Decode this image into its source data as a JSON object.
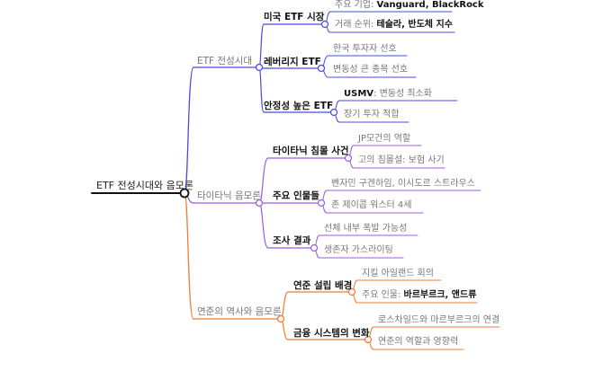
{
  "root": "ETF 전성시대와 음모론",
  "branches": {
    "etf": {
      "label": "ETF 전성시대",
      "color": "#4a4ae0",
      "subs": [
        {
          "label": "미국 ETF 시장",
          "leaves": [
            {
              "prefix": "주요 기업: ",
              "bold": "Vanguard, BlackRock",
              "suffix": ""
            },
            {
              "prefix": "거래 순위: ",
              "bold": "테슬라, 반도체 지수",
              "suffix": ""
            }
          ]
        },
        {
          "label": "레버리지 ETF",
          "leaves": [
            {
              "prefix": "한국 투자자 선호",
              "bold": "",
              "suffix": ""
            },
            {
              "prefix": "변동성 큰 종목 선호",
              "bold": "",
              "suffix": ""
            }
          ]
        },
        {
          "label": "안정성 높은 ETF",
          "leaves": [
            {
              "prefix": "",
              "bold": "USMV",
              "suffix": ": 변동성 최소화"
            },
            {
              "prefix": "장기 투자 적합",
              "bold": "",
              "suffix": ""
            }
          ]
        }
      ]
    },
    "titanic": {
      "label": "타이타닉 음모론",
      "color": "#9a5ee0",
      "subs": [
        {
          "label": "타이타닉 침몰 사건",
          "leaves": [
            {
              "prefix": "JP모건의 역할",
              "bold": "",
              "suffix": ""
            },
            {
              "prefix": "고의 침몰설: 보험 사기",
              "bold": "",
              "suffix": ""
            }
          ]
        },
        {
          "label": "주요 인물들",
          "leaves": [
            {
              "prefix": "벤자민 구겐하임, 이시도르 스트라우스",
              "bold": "",
              "suffix": ""
            },
            {
              "prefix": "존 제이콥 워스터 4세",
              "bold": "",
              "suffix": ""
            }
          ]
        },
        {
          "label": "조사 결과",
          "leaves": [
            {
              "prefix": "선체 내부 폭발 가능성",
              "bold": "",
              "suffix": ""
            },
            {
              "prefix": "생존자 가스라이팅",
              "bold": "",
              "suffix": ""
            }
          ]
        }
      ]
    },
    "fed": {
      "label": "연준의 역사와 음모론",
      "color": "#f07a36",
      "subs": [
        {
          "label": "연준 설립 배경",
          "leaves": [
            {
              "prefix": "지킬 아일랜드 회의",
              "bold": "",
              "suffix": ""
            },
            {
              "prefix": "주요 인물: ",
              "bold": "바르부르크, 앤드류",
              "suffix": ""
            }
          ]
        },
        {
          "label": "금융 시스템의 변화",
          "leaves": [
            {
              "prefix": "로스차일드와 마르부르크의 연결",
              "bold": "",
              "suffix": ""
            },
            {
              "prefix": "연준의 역할과 영향력",
              "bold": "",
              "suffix": ""
            }
          ]
        }
      ]
    }
  }
}
